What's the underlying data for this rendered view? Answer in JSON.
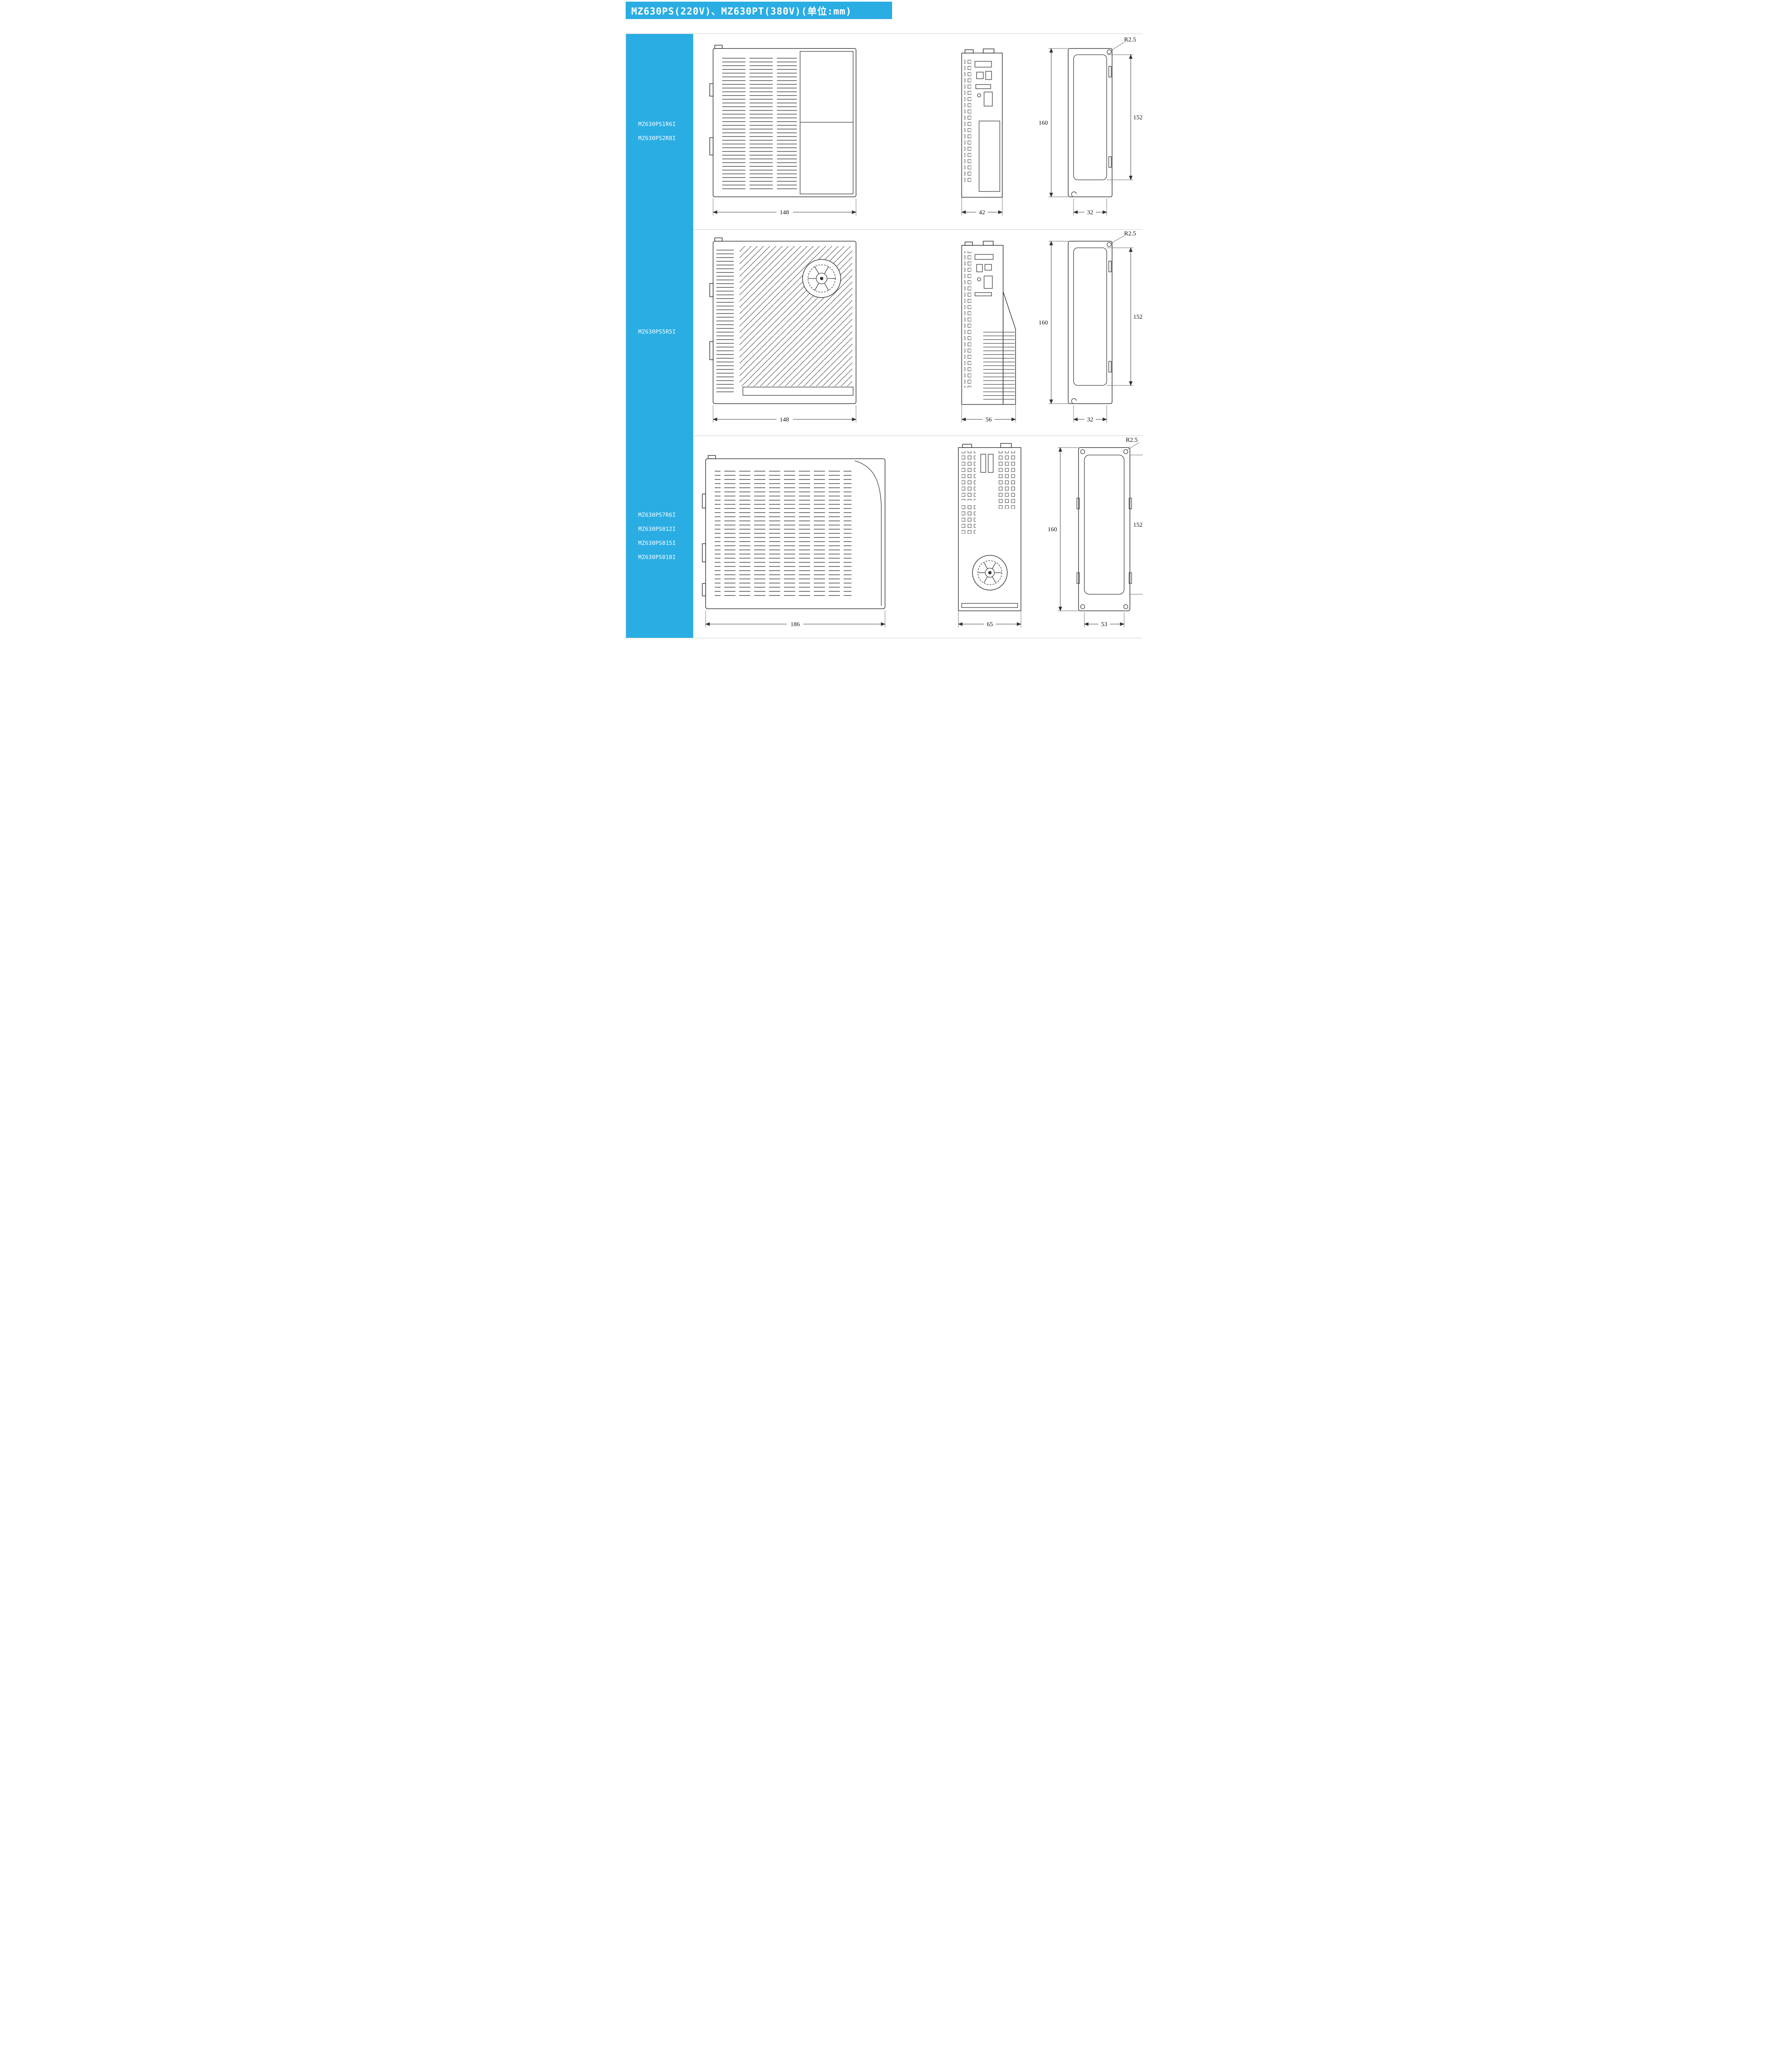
{
  "page": {
    "title": "MZ630PS(220V)、MZ630PT(380V)(单位:mm)",
    "unit": "mm"
  },
  "colors": {
    "accent": "#2aade3",
    "line": "#333333",
    "border": "#c9ced2"
  },
  "rows": [
    {
      "models": [
        "MZ630PS1R6I",
        "MZ630PS2R8I"
      ],
      "dims": {
        "front_width": "148",
        "side_width": "42",
        "height": "160",
        "inner_height": "152",
        "back_width": "32",
        "radius": "R2.5"
      }
    },
    {
      "models": [
        "MZ630PS5R5I"
      ],
      "dims": {
        "front_width": "148",
        "side_width": "56",
        "height": "160",
        "inner_height": "152",
        "back_width": "32",
        "radius": "R2.5"
      }
    },
    {
      "models": [
        "MZ630PS7R6I",
        "MZ630PS012I",
        "MZ630PS015I",
        "MZ630PS018I"
      ],
      "dims": {
        "front_width": "186",
        "side_width": "65",
        "height": "160",
        "inner_height": "152",
        "back_width": "53",
        "radius": "R2.5"
      }
    }
  ]
}
